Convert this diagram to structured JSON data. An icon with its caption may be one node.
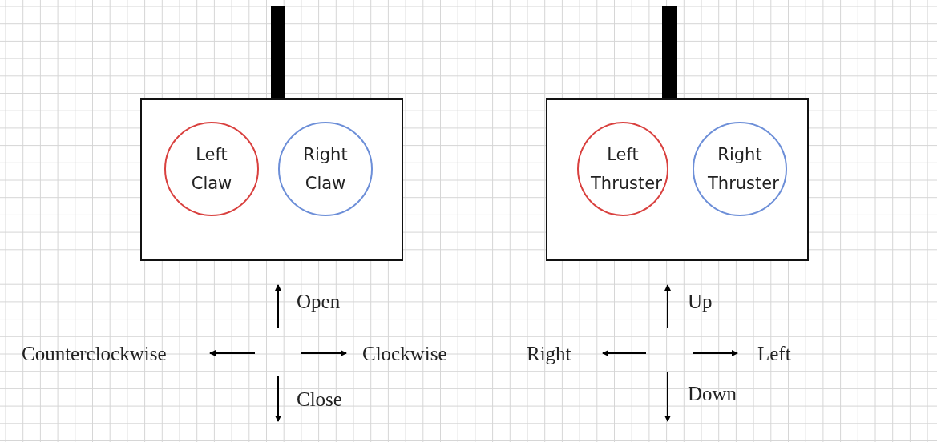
{
  "diagram": {
    "nodes": [
      {
        "text": [],
        "shape": "bar"
      },
      {
        "text": [],
        "shape": "box"
      },
      {
        "text": [
          "Left Claw"
        ],
        "in": 1
      },
      {
        "text": [
          "Right Claw"
        ],
        "in": 1
      },
      {
        "text": [],
        "shape": "bar"
      },
      {
        "text": [],
        "shape": "box"
      },
      {
        "text": [
          "Left Thruster"
        ],
        "in": 5
      },
      {
        "text": [
          "Right Thruster"
        ],
        "in": 5
      }
    ],
    "labels": [
      "Open",
      "Counterclockwise",
      "Clockwise",
      "Close",
      "Up",
      "Right",
      "Left",
      "Down"
    ]
  }
}
